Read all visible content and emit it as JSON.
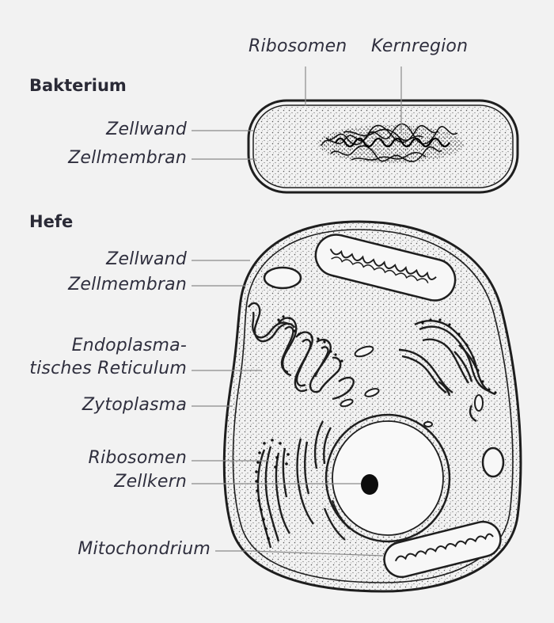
{
  "bakterium": {
    "heading": "Bakterium",
    "labels": {
      "ribosomen": "Ribosomen",
      "kernregion": "Kernregion",
      "zellwand": "Zellwand",
      "zellmembran": "Zellmembran"
    }
  },
  "hefe": {
    "heading": "Hefe",
    "labels": {
      "zellwand": "Zellwand",
      "zellmembran": "Zellmembran",
      "er_line1": "Endoplasma-",
      "er_line2": "tisches Reticulum",
      "zytoplasma": "Zytoplasma",
      "ribosomen": "Ribosomen",
      "zellkern": "Zellkern",
      "mitochondrium": "Mitochondrium"
    }
  },
  "colors": {
    "background": "#f2f2f2",
    "ink": "#1e1e1e",
    "label_text": "#2f2f3e",
    "leader_line": "#8a8a8a"
  }
}
